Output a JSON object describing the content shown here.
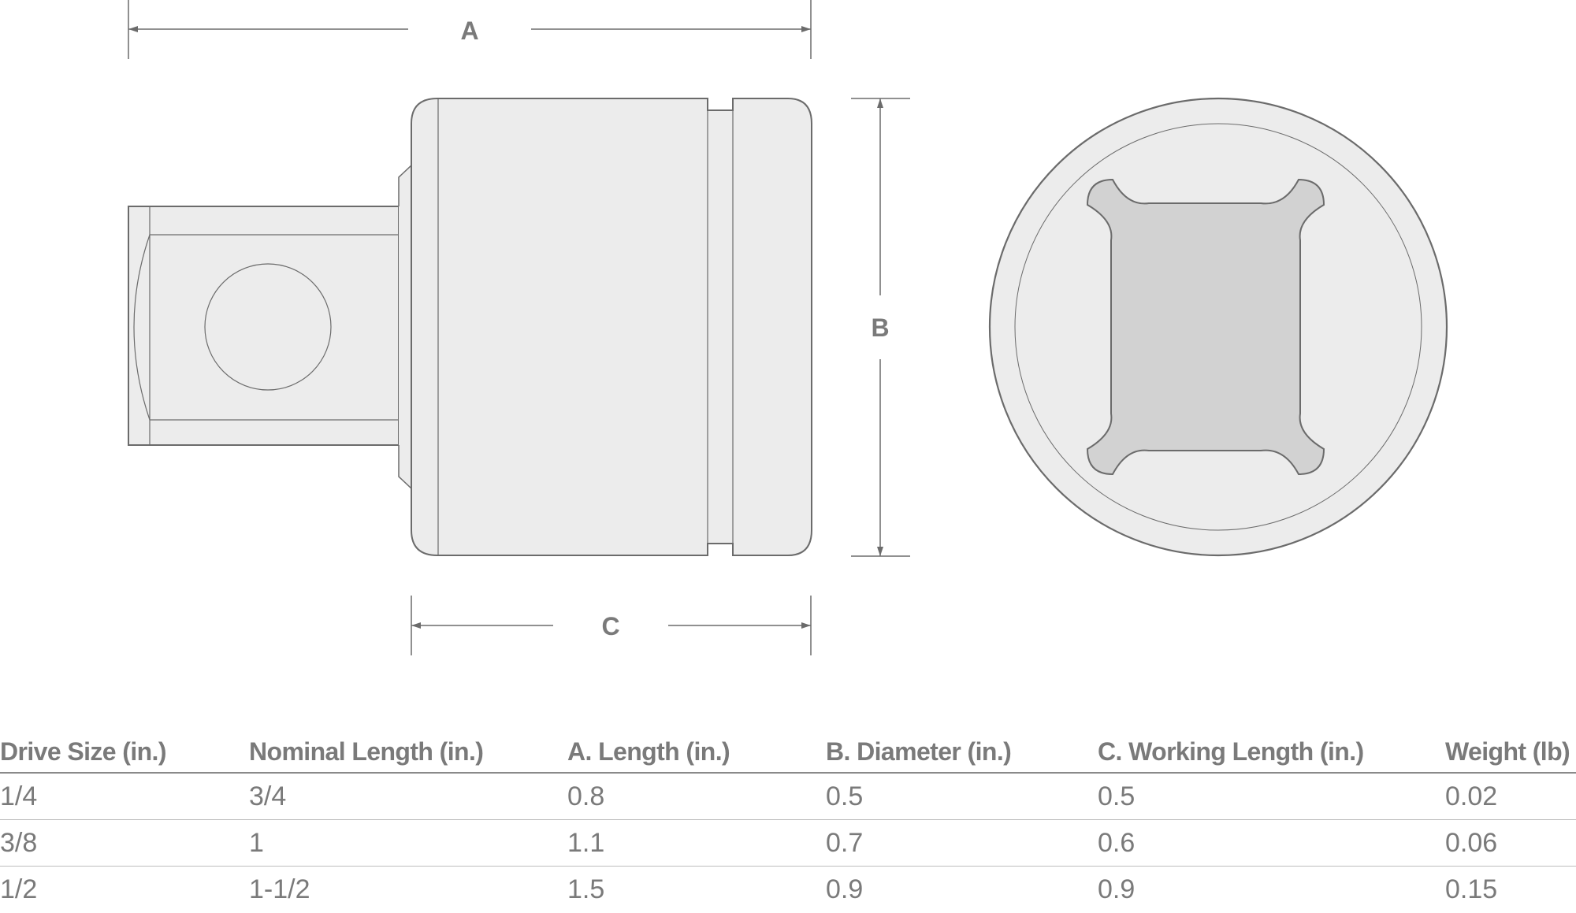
{
  "dimension_labels": {
    "a": "A",
    "b": "B",
    "c": "C"
  },
  "table": {
    "headers": [
      "Drive Size (in.)",
      "Nominal Length (in.)",
      "A. Length (in.)",
      "B. Diameter (in.)",
      "C. Working Length (in.)",
      "Weight (lb)"
    ],
    "rows": [
      [
        "1/4",
        "3/4",
        "0.8",
        "0.5",
        "0.5",
        "0.02"
      ],
      [
        "3/8",
        "1",
        "1.1",
        "0.7",
        "0.6",
        "0.06"
      ],
      [
        "1/2",
        "1-1/2",
        "1.5",
        "0.9",
        "0.9",
        "0.15"
      ]
    ]
  },
  "colors": {
    "outline": "#6b6b6b",
    "body_fill": "#ececec",
    "drive_fill": "#d2d2d2",
    "text": "#7a7a7a"
  }
}
